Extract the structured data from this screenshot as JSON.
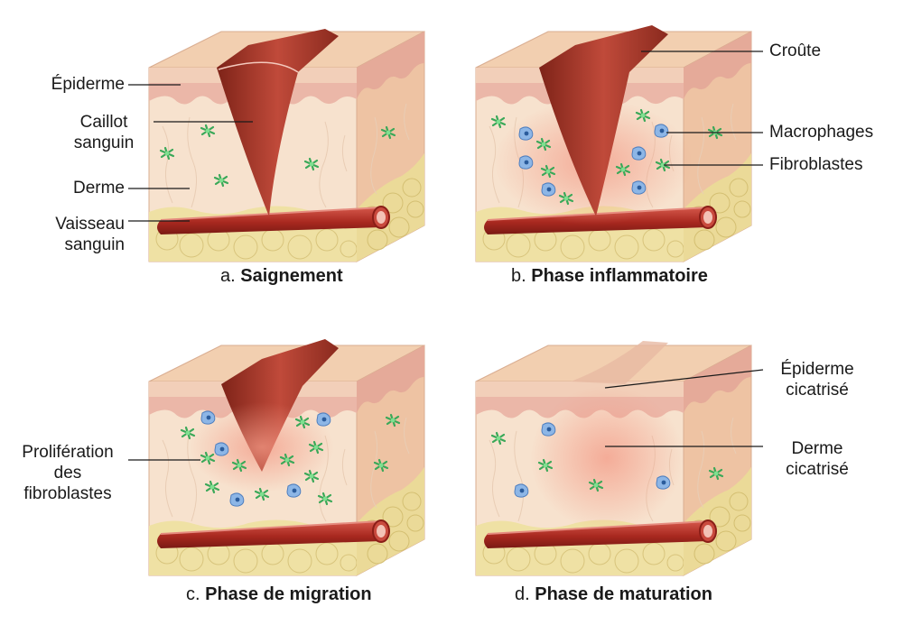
{
  "labels": {
    "epiderme": "Épiderme",
    "caillot": [
      "Caillot",
      "sanguin"
    ],
    "derme": "Derme",
    "vaisseau": [
      "Vaisseau",
      "sanguin"
    ],
    "croute": "Croûte",
    "macrophages": "Macrophages",
    "fibroblastes": "Fibroblastes",
    "proliferation": [
      "Prolifération",
      "des",
      "fibroblastes"
    ],
    "epiderme_cicatrise": [
      "Épiderme",
      "cicatrisé"
    ],
    "derme_cicatrise": [
      "Derme",
      "cicatrisé"
    ]
  },
  "captions": [
    {
      "letter": "a.",
      "title": "Saignement"
    },
    {
      "letter": "b.",
      "title": "Phase inflammatoire"
    },
    {
      "letter": "c.",
      "title": "Phase de migration"
    },
    {
      "letter": "d.",
      "title": "Phase de maturation"
    }
  ],
  "colors": {
    "skin_top": "#f3d2b4",
    "dermis": "#f6e0cb",
    "epidermis_band": "#eab6a6",
    "side_face": "#eec8a8",
    "fat": "#efe2a6",
    "vessel": "#b5332a",
    "clot": "#a83a2c",
    "fibroblast": "#4fbf6a",
    "macrophage": "#7aa7dc",
    "leader": "#1a1a1a"
  }
}
